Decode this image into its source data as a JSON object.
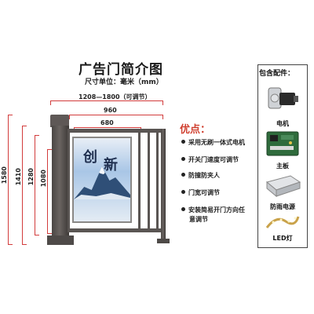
{
  "header": {
    "title": "广告门简介图",
    "subtitle": "尺寸单位：毫米（mm）"
  },
  "dimensions": {
    "width_range": "1208—1800（可调节）",
    "width_960": "960",
    "width_680": "680",
    "height_1580": "1580",
    "height_1410": "1410",
    "height_1280": "1280",
    "height_1080": "1080"
  },
  "ad_panel": {
    "glyph_1": "创",
    "glyph_2": "新"
  },
  "features": {
    "title": "优点：",
    "items": [
      "采用无刷一体式电机",
      "开关门速度可调节",
      "防撞防夹人",
      "门宽可调节",
      "安装简易开门方向任",
      "意调节"
    ]
  },
  "package": {
    "title": "包含配件：",
    "items": [
      "电机",
      "主板",
      "防雨电源",
      "LED灯"
    ]
  },
  "colors": {
    "dimension_line": "#d23c3c",
    "feature_title": "#d04030",
    "gate_metal": "#5a5553"
  }
}
